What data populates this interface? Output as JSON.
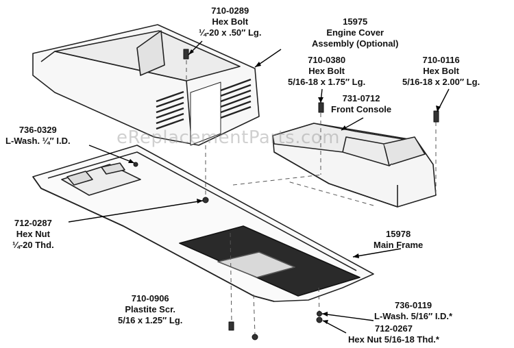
{
  "watermark": "eReplacementParts.com",
  "parts": {
    "hex_bolt_0289": {
      "number": "710-0289",
      "name": "Hex Bolt",
      "spec": "¼-20 x .50″ Lg."
    },
    "engine_cover": {
      "number": "15975",
      "name": "Engine Cover",
      "spec": "Assembly (Optional)"
    },
    "hex_bolt_0380": {
      "number": "710-0380",
      "name": "Hex Bolt",
      "spec": "5/16-18 x 1.75″ Lg."
    },
    "hex_bolt_0116": {
      "number": "710-0116",
      "name": "Hex Bolt",
      "spec": "5/16-18 x 2.00″ Lg."
    },
    "front_console": {
      "number": "731-0712",
      "name": "Front Console"
    },
    "lock_washer_0329": {
      "number": "736-0329",
      "name": "L-Wash. ¼″ I.D."
    },
    "hex_nut_0287": {
      "number": "712-0287",
      "name": "Hex Nut",
      "spec": "¼-20 Thd."
    },
    "main_frame": {
      "number": "15978",
      "name": "Main Frame"
    },
    "plastite_screw": {
      "number": "710-0906",
      "name": "Plastite Scr.",
      "spec": "5/16 x 1.25″ Lg."
    },
    "lock_washer_0119": {
      "number": "736-0119",
      "name": "L-Wash. 5/16″ I.D.*"
    },
    "hex_nut_0267": {
      "number": "712-0267",
      "name": "Hex Nut 5/16-18 Thd.*"
    }
  }
}
